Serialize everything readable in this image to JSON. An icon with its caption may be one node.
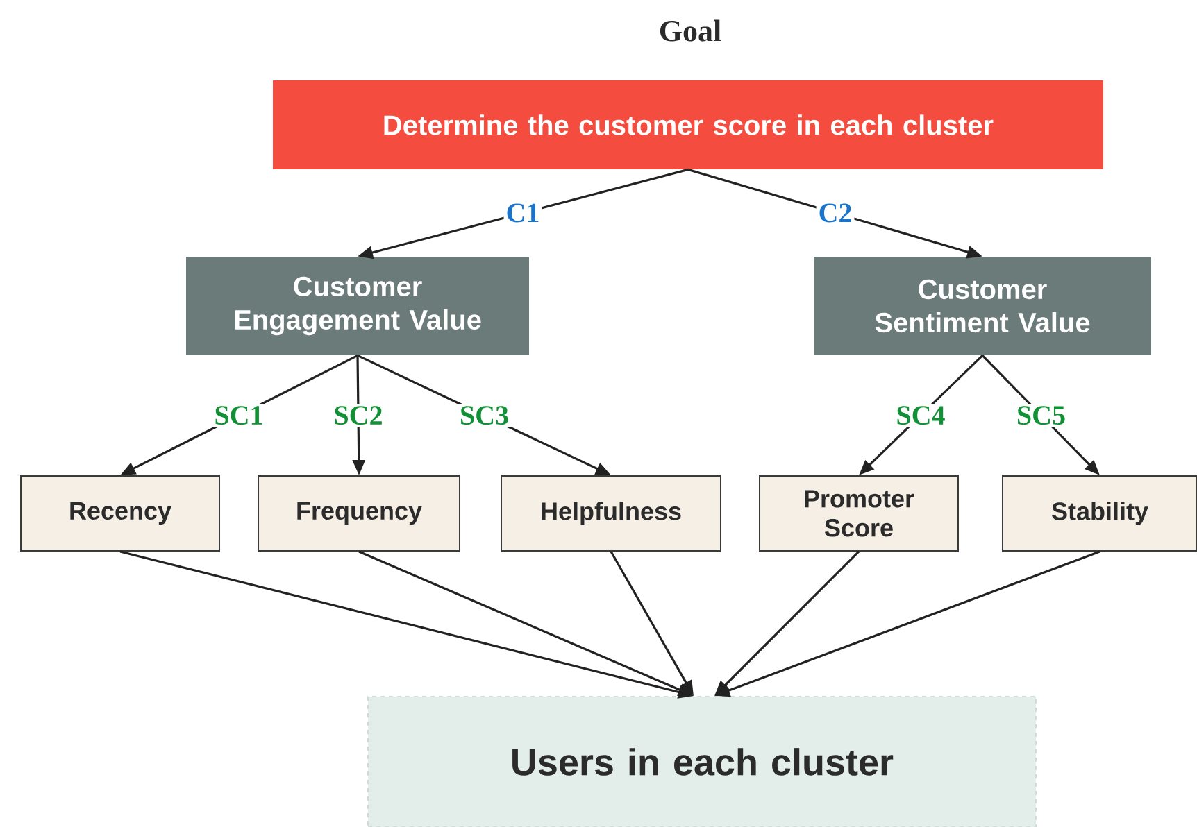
{
  "diagram": {
    "title": "Goal",
    "nodes": [
      {
        "text": [
          "Determine the customer score in each cluster"
        ]
      },
      {
        "text": [
          "Customer Engagement Value"
        ]
      },
      {
        "text": [
          "Customer Sentiment Value"
        ]
      },
      {
        "text": [
          "Recency"
        ]
      },
      {
        "text": [
          "Frequency"
        ]
      },
      {
        "text": [
          "Helpfulness"
        ]
      },
      {
        "text": [
          "Promoter Score"
        ]
      },
      {
        "text": [
          "Stability"
        ]
      },
      {
        "text": [
          "Users in each cluster"
        ]
      }
    ],
    "edges": [
      {
        "from": 0,
        "to": 1,
        "arrow": "to",
        "label": "C1"
      },
      {
        "from": 0,
        "to": 2,
        "arrow": "to",
        "label": "C2"
      },
      {
        "from": 1,
        "to": 3,
        "arrow": "to",
        "label": "SC1"
      },
      {
        "from": 1,
        "to": 4,
        "arrow": "to",
        "label": "SC2"
      },
      {
        "from": 1,
        "to": 5,
        "arrow": "to",
        "label": "SC3"
      },
      {
        "from": 2,
        "to": 6,
        "arrow": "to",
        "label": "SC4"
      },
      {
        "from": 2,
        "to": 7,
        "arrow": "to",
        "label": "SC5"
      },
      {
        "from": 3,
        "to": 8,
        "arrow": "to"
      },
      {
        "from": 4,
        "to": 8,
        "arrow": "to"
      },
      {
        "from": 5,
        "to": 8,
        "arrow": "to"
      },
      {
        "from": 6,
        "to": 8,
        "arrow": "to"
      },
      {
        "from": 7,
        "to": 8,
        "arrow": "to"
      }
    ]
  }
}
